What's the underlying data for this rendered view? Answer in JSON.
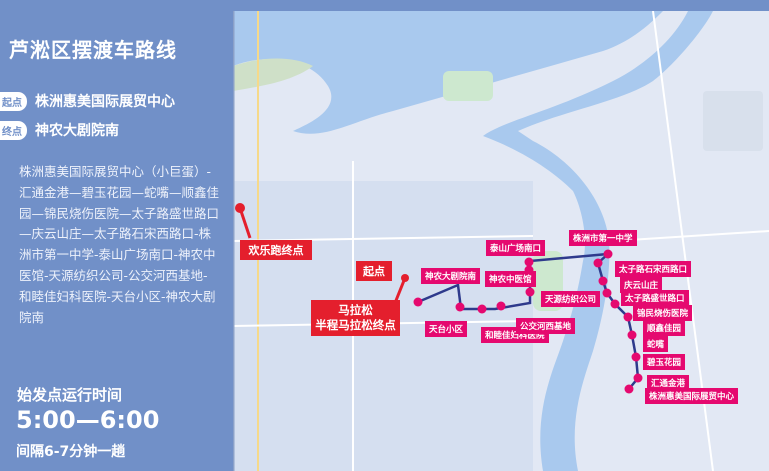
{
  "sidebar": {
    "title": "芦淞区摆渡车路线",
    "start_tag": "起点",
    "start": "株洲惠美国际展贸中心",
    "end_tag": "终点",
    "end": "神农大剧院南",
    "description": "株洲惠美国际展贸中心（小巨蛋）-汇通金港—碧玉花园—蛇嘴—顺鑫佳园—锦民烧伤医院—太子路盛世路口—庆云山庄—太子路石宋西路口-株洲市第一中学-泰山广场南口-神农中医馆-天源纺织公司-公交河西基地-和睦佳妇科医院-天台小区-神农大剧院南",
    "schedule_heading": "始发点运行时间",
    "time": "5:00—6:00",
    "interval": "间隔6-7分钟一趟"
  },
  "map": {
    "markers": {
      "fun_run_end": "欢乐跑终点",
      "start": "起点",
      "marathon_line1": "马拉松",
      "marathon_line2": "半程马拉松终点"
    },
    "stops": [
      "神农大剧院南",
      "天台小区",
      "和睦佳妇科医院",
      "公交河西基地",
      "天源纺织公司",
      "神农中医馆",
      "泰山广场南口",
      "株洲市第一中学",
      "太子路石宋西路口",
      "庆云山庄",
      "太子路盛世路口",
      "锦民烧伤医院",
      "顺鑫佳园",
      "蛇嘴",
      "碧玉花园",
      "汇通金港",
      "株洲惠美国际展贸中心"
    ],
    "route_color": "#2e3a8c",
    "stop_color": "#e5096f",
    "marker_color": "#e41f2d"
  }
}
